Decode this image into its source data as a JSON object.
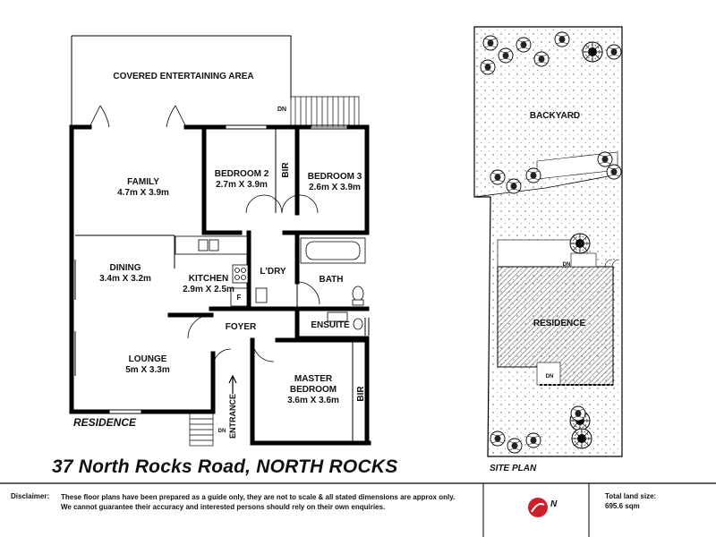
{
  "address": "37 North Rocks Road, NORTH ROCKS",
  "residence_label": "RESIDENCE",
  "site_plan_title": "SITE PLAN",
  "rooms": {
    "covered": "COVERED ENTERTAINING AREA",
    "family": {
      "name": "FAMILY",
      "dim": "4.7m X 3.9m"
    },
    "bed2": {
      "name": "BEDROOM 2",
      "dim": "2.7m X 3.9m"
    },
    "bed3": {
      "name": "BEDROOM 3",
      "dim": "2.6m X 3.9m"
    },
    "bir1": "BIR",
    "dining": {
      "name": "DINING",
      "dim": "3.4m X 3.2m"
    },
    "kitchen": {
      "name": "KITCHEN",
      "dim": "2.9m X 2.5m"
    },
    "fridge": "F",
    "ldry": "L'DRY",
    "bath": "BATH",
    "foyer": "FOYER",
    "ensuite": "ENSUITE",
    "lounge": {
      "name": "LOUNGE",
      "dim": "5m X 3.3m"
    },
    "master": {
      "name": "MASTER",
      "name2": "BEDROOM",
      "dim": "3.6m X 3.6m"
    },
    "bir2": "BIR",
    "entrance": "ENTRANCE",
    "dn_top": "DN",
    "dn_bottom": "DN"
  },
  "site": {
    "backyard": "BACKYARD",
    "residence": "RESIDENCE",
    "dn_top": "DN",
    "dn_bottom": "DN"
  },
  "footer": {
    "disclaimer_label": "Disclaimer:",
    "disclaimer_line1": "These floor plans have been prepared as a guide only, they are not to scale & all stated dimensions are approx only.",
    "disclaimer_line2": "We cannot guarantee their accuracy and interested persons should rely on their own enquiries.",
    "land_label": "Total land size:",
    "land_value": "695.6 sqm",
    "logo_letter": "N"
  },
  "colors": {
    "logo_red": "#cc1f2b",
    "wall": "#000000",
    "hatch": "#777777"
  },
  "icons": [
    "tree-icon",
    "shrub-icon",
    "logo-icon"
  ]
}
